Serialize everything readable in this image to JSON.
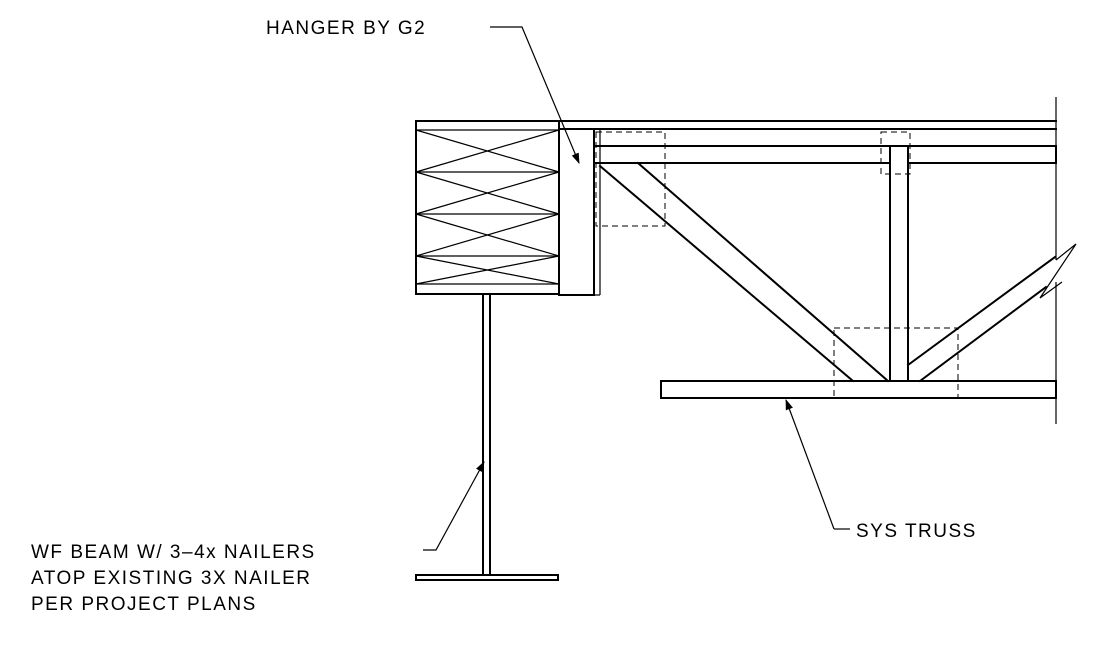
{
  "colors": {
    "ink": "#000000",
    "background": "#ffffff"
  },
  "labels": {
    "hanger": "HANGER BY G2",
    "truss": "SYS TRUSS",
    "beam_line1": "WF BEAM W/ 3–4x NAILERS",
    "beam_line2": "ATOP EXISTING 3X NAILER",
    "beam_line3": "PER PROJECT PLANS"
  }
}
